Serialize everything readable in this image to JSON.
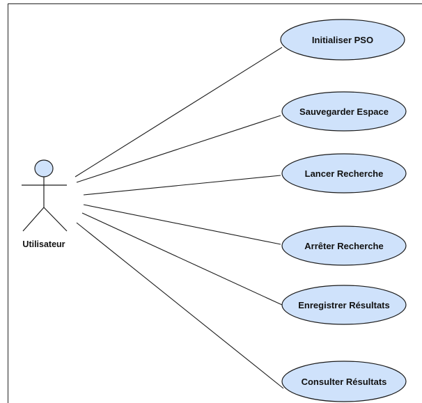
{
  "diagram": {
    "type": "use-case",
    "actor": {
      "name": "Utilisateur"
    },
    "use_cases": [
      {
        "id": "uc1",
        "label": "Initialiser PSO"
      },
      {
        "id": "uc2",
        "label": "Sauvegarder Espace"
      },
      {
        "id": "uc3",
        "label": "Lancer Recherche"
      },
      {
        "id": "uc4",
        "label": "Arrêter Recherche"
      },
      {
        "id": "uc5",
        "label": "Enregistrer Résultats"
      },
      {
        "id": "uc6",
        "label": "Consulter Résultats"
      }
    ],
    "associations": [
      {
        "from": "actor",
        "to": "uc1"
      },
      {
        "from": "actor",
        "to": "uc2"
      },
      {
        "from": "actor",
        "to": "uc3"
      },
      {
        "from": "actor",
        "to": "uc4"
      },
      {
        "from": "actor",
        "to": "uc5"
      },
      {
        "from": "actor",
        "to": "uc6"
      }
    ],
    "colors": {
      "fill": "#cfe2fb",
      "stroke": "#1a1a1a",
      "background": "#ffffff"
    }
  }
}
